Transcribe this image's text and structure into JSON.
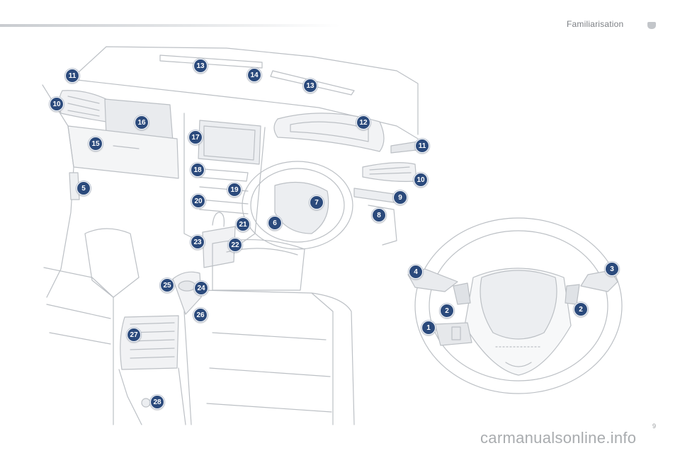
{
  "header": {
    "section_title": "Familiarisation"
  },
  "footer": {
    "page_number": "9",
    "watermark": "carmanualsonline.info"
  },
  "callouts": [
    "1",
    "2",
    "2",
    "3",
    "4",
    "5",
    "6",
    "7",
    "8",
    "9",
    "10",
    "10",
    "11",
    "11",
    "12",
    "13",
    "13",
    "14",
    "15",
    "16",
    "17",
    "18",
    "19",
    "20",
    "21",
    "22",
    "23",
    "24",
    "25",
    "26",
    "27",
    "28"
  ],
  "colors": {
    "callout_fill": "#2b4a7c",
    "line_art": "#b9bdc2",
    "accent_bar": "#c9ccd0"
  }
}
